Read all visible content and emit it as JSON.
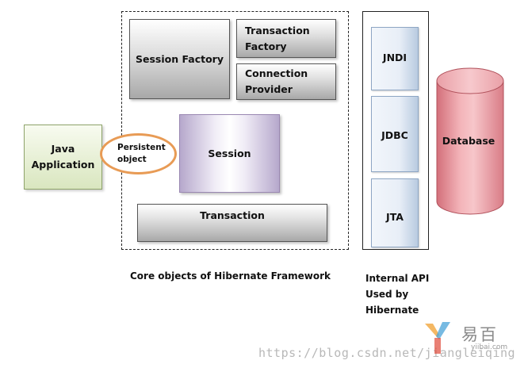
{
  "framework": {
    "java_application": "Java\nApplication",
    "persistent_object": "Persistent\nobject",
    "session_factory": "Session Factory",
    "transaction_factory": "Transaction\nFactory",
    "connection_provider": "Connection\nProvider",
    "session": "Session",
    "transaction": "Transaction",
    "caption": "Core objects of Hibernate Framework"
  },
  "internal_api": {
    "items": [
      "JNDI",
      "JDBC",
      "JTA"
    ],
    "caption": "Internal API\nUsed by\nHibernate"
  },
  "database": {
    "label": "Database",
    "color": "#e58a92"
  },
  "watermark": {
    "url": "https://blog.csdn.net/jiangleiqing",
    "logo_text": "易百",
    "logo_sub": "yiibai.com"
  },
  "colors": {
    "persistent_border": "#e89b55",
    "java_app_fill": "#d9e6bf",
    "session_fill": "#b6a8cc",
    "api_box_fill": "#b9cbe0"
  }
}
